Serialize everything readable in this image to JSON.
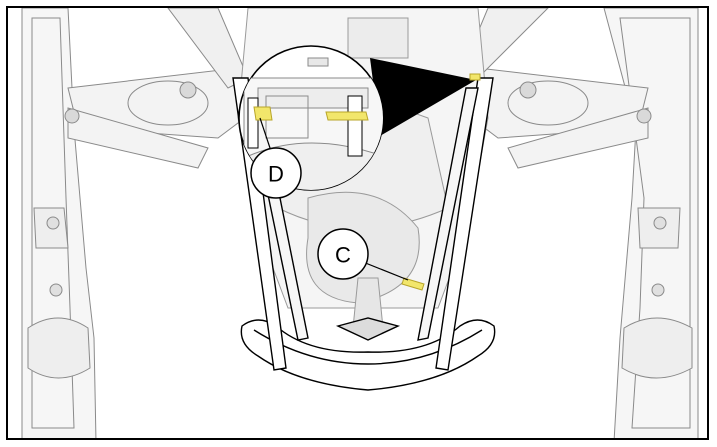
{
  "figure": {
    "callouts": [
      {
        "id": "D",
        "label": "D"
      },
      {
        "id": "C",
        "label": "C"
      }
    ],
    "colors": {
      "line": "#000000",
      "light_line": "#9a9a9a",
      "part_fill": "#f4f4f4",
      "highlight": "#f2e66b",
      "highlight_stroke": "#b8a52a",
      "background": "#ffffff"
    },
    "icons": [
      "magnify-detail-circle",
      "leader-line",
      "pointer-wedge"
    ]
  }
}
